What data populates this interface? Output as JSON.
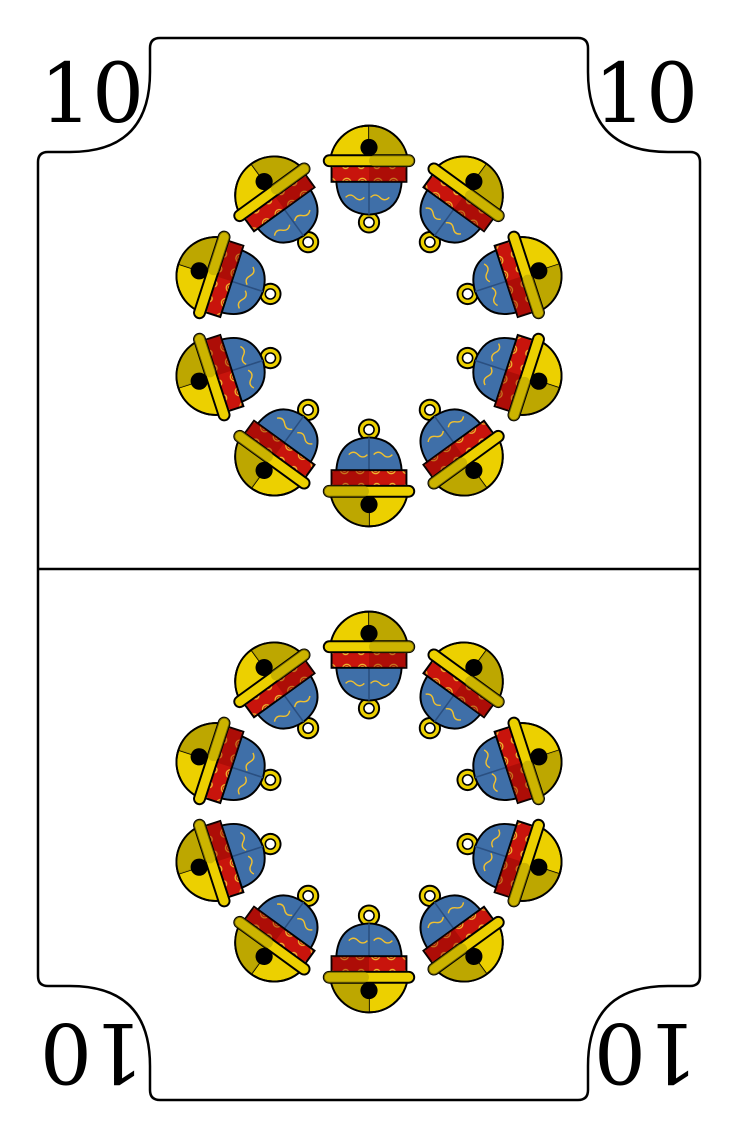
{
  "card": {
    "rank": "10",
    "suit": "bells",
    "colors": {
      "gold": "#ecd000",
      "gold_dark": "#b8a200",
      "band_red": "#c8140c",
      "band_dark": "#7a0000",
      "body_blue": "#3f6fa8",
      "swirl": "#f0c030",
      "outline": "#000000",
      "background": "#ffffff"
    },
    "pips_per_ring": 10,
    "rings": 2
  }
}
